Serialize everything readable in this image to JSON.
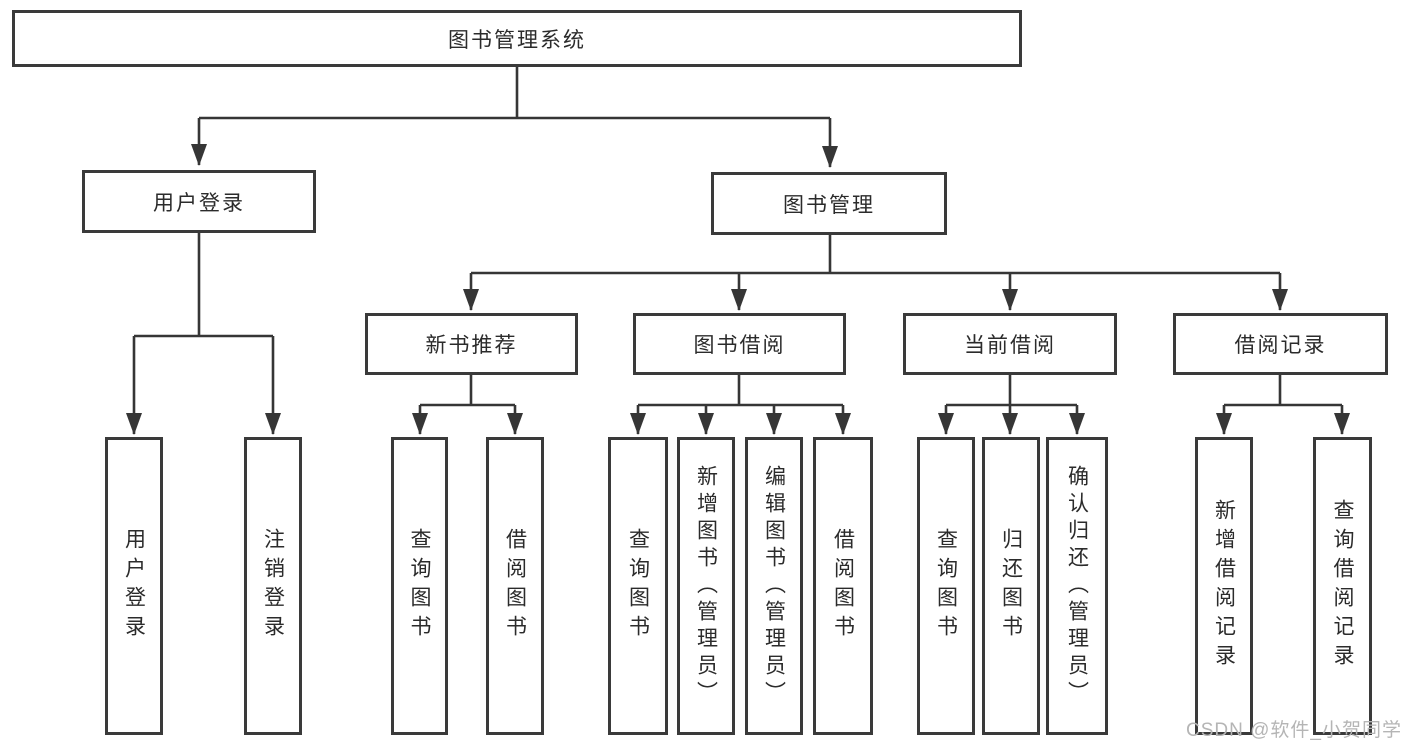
{
  "diagram": {
    "title_node": {
      "label": "图书管理系统"
    },
    "level2": [
      {
        "label": "用户登录"
      },
      {
        "label": "图书管理"
      }
    ],
    "level3": [
      {
        "label": "新书推荐"
      },
      {
        "label": "图书借阅"
      },
      {
        "label": "当前借阅"
      },
      {
        "label": "借阅记录"
      }
    ],
    "leaves": {
      "user_login": [
        {
          "label": "用户登录"
        },
        {
          "label": "注销登录"
        }
      ],
      "new_book_recommend": [
        {
          "label": "查询图书"
        },
        {
          "label": "借阅图书"
        }
      ],
      "book_borrowing": [
        {
          "label": "查询图书"
        },
        {
          "label": "新增图书（管理员）"
        },
        {
          "label": "编辑图书（管理员）"
        },
        {
          "label": "借阅图书"
        }
      ],
      "current_borrowing": [
        {
          "label": "查询图书"
        },
        {
          "label": "归还图书"
        },
        {
          "label": "确认归还（管理员）"
        }
      ],
      "borrowing_records": [
        {
          "label": "新增借阅记录"
        },
        {
          "label": "查询借阅记录"
        }
      ]
    },
    "watermark": "CSDN @软件_小贺同学",
    "colors": {
      "border": "#3a3a3a",
      "line": "#363636",
      "text": "#2b2b2b",
      "watermark": "#b5b5b5",
      "background": "#ffffff"
    }
  }
}
